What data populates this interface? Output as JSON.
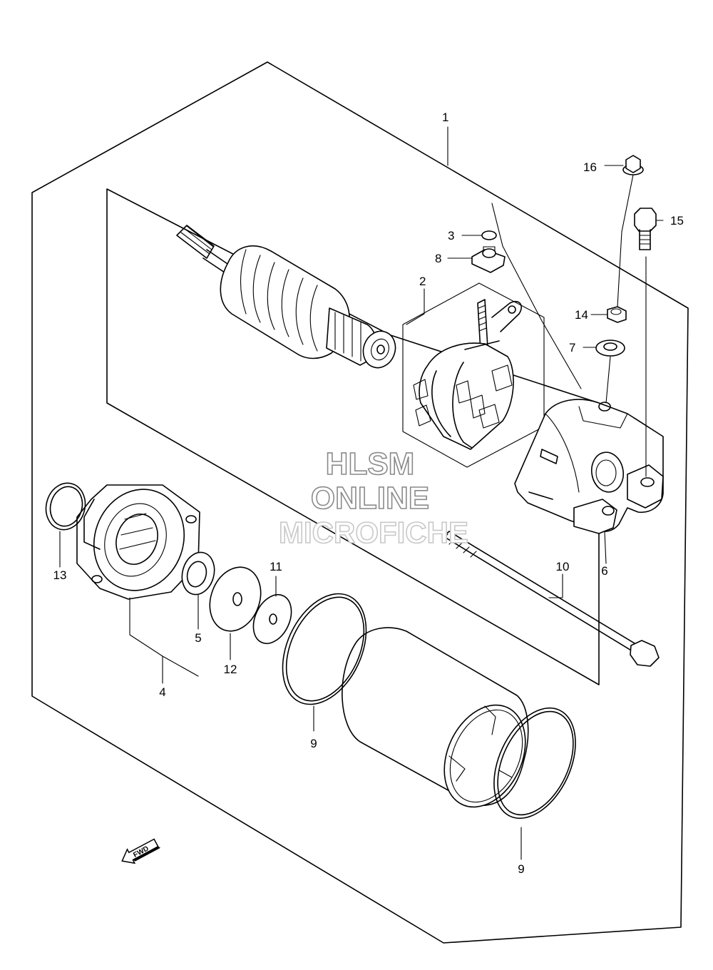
{
  "diagram": {
    "callouts": {
      "c1": "1",
      "c2": "2",
      "c3": "3",
      "c4": "4",
      "c5": "5",
      "c6": "6",
      "c7": "7",
      "c8": "8",
      "c9a": "9",
      "c9b": "9",
      "c10": "10",
      "c11": "11",
      "c12": "12",
      "c13": "13",
      "c14": "14",
      "c15": "15",
      "c16": "16"
    },
    "watermark": {
      "line1": "HLSM",
      "line2": "ONLINE",
      "line3": "MICROFICHE"
    },
    "direction_marker": {
      "label": "FWD",
      "icon": "fwd-arrow-icon"
    }
  }
}
